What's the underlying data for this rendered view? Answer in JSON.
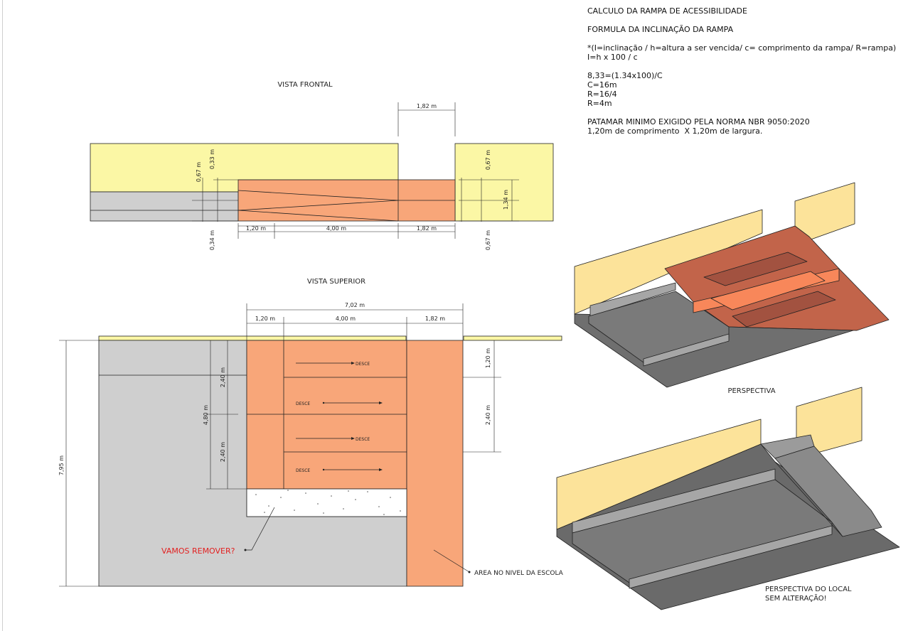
{
  "calculation": {
    "title": "CALCULO DA RAMPA DE ACESSIBILIDADE",
    "formula_heading": "FORMULA DA INCLINAÇÃO DA RAMPA",
    "legend": "*(I=inclinação / h=altura a ser vencida/ c= comprimento da rampa/ R=rampa)",
    "formula": "I=h x 100 / c",
    "step1": "8,33=(1.34x100)/C",
    "step2": "C=16m",
    "step3": "R=16/4",
    "step4": "R=4m",
    "norm_heading": "PATAMAR MINIMO EXIGIDO PELA NORMA NBR 9050:2020",
    "norm_detail": "1,20m de comprimento  X 1,20m de largura."
  },
  "front_view": {
    "title": "VISTA FRONTAL",
    "dims": {
      "top_gap": "1,82 m",
      "left_total": "0,67 m",
      "left_upper": "0,33 m",
      "left_lower": "0,34 m",
      "right_upper": "0,67 m",
      "right_total": "1,34 m",
      "right_lower": "0,67 m",
      "bottom_landing": "1,20 m",
      "bottom_ramp": "4,00 m",
      "bottom_right": "1,82 m"
    }
  },
  "top_view": {
    "title": "VISTA SUPERIOR",
    "dims": {
      "total_width": "7,02 m",
      "landing": "1,20 m",
      "ramp": "4,00 m",
      "right_strip": "1,82 m",
      "left_total": "4,80 m",
      "left_upper": "2,40 m",
      "left_lower": "2,40 m",
      "overall_height": "7,95 m",
      "right_upper": "1,20 m",
      "right_lower": "2,40 m"
    },
    "flow_label": "DESCE",
    "remove_note": "VAMOS REMOVER?",
    "school_level_note": "AREA NO NIVEL DA ESCOLA"
  },
  "perspective_new": {
    "caption": "PERSPECTIVA"
  },
  "perspective_existing": {
    "caption_line1": "PERSPECTIVA DO LOCAL",
    "caption_line2": "SEM ALTERAÇÃO!"
  },
  "colors": {
    "wall": "#fbf7a5",
    "pavement": "#cfcfcf",
    "ramp": "#f8a679",
    "ramp_dark": "#c2644a",
    "note_red": "#e22020"
  }
}
